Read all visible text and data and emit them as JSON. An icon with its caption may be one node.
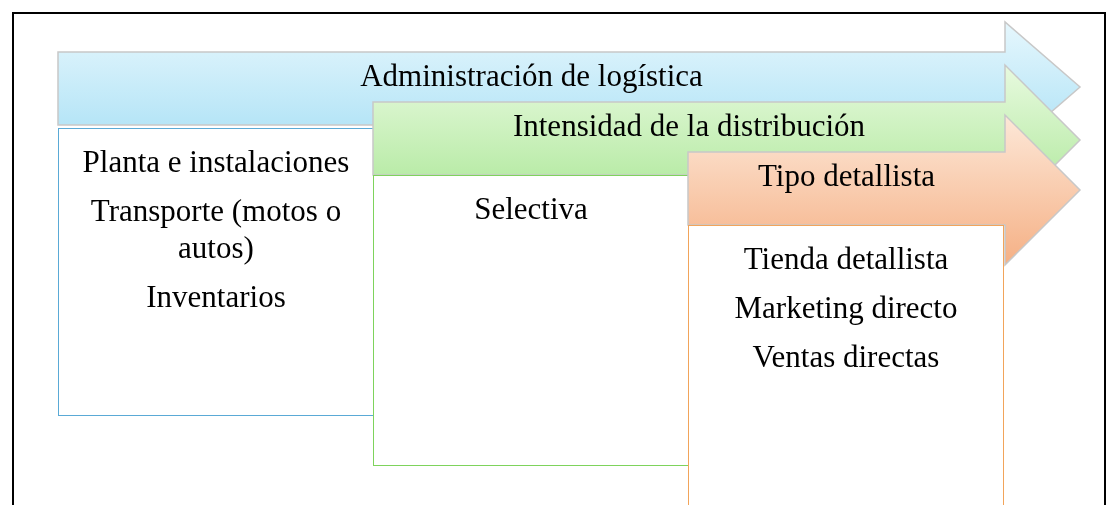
{
  "diagram": {
    "nodes": [
      {
        "text": [
          "Administración de logística"
        ]
      },
      {
        "text": [
          "Planta e instalaciones",
          "Transporte (motos o autos)",
          "Inventarios"
        ]
      },
      {
        "text": [
          "Intensidad de la distribución"
        ]
      },
      {
        "text": [
          "Selectiva"
        ]
      },
      {
        "text": [
          "Tipo detallista"
        ]
      },
      {
        "text": [
          "Tienda detallista",
          "Marketing directo",
          "Ventas directas"
        ]
      }
    ]
  }
}
